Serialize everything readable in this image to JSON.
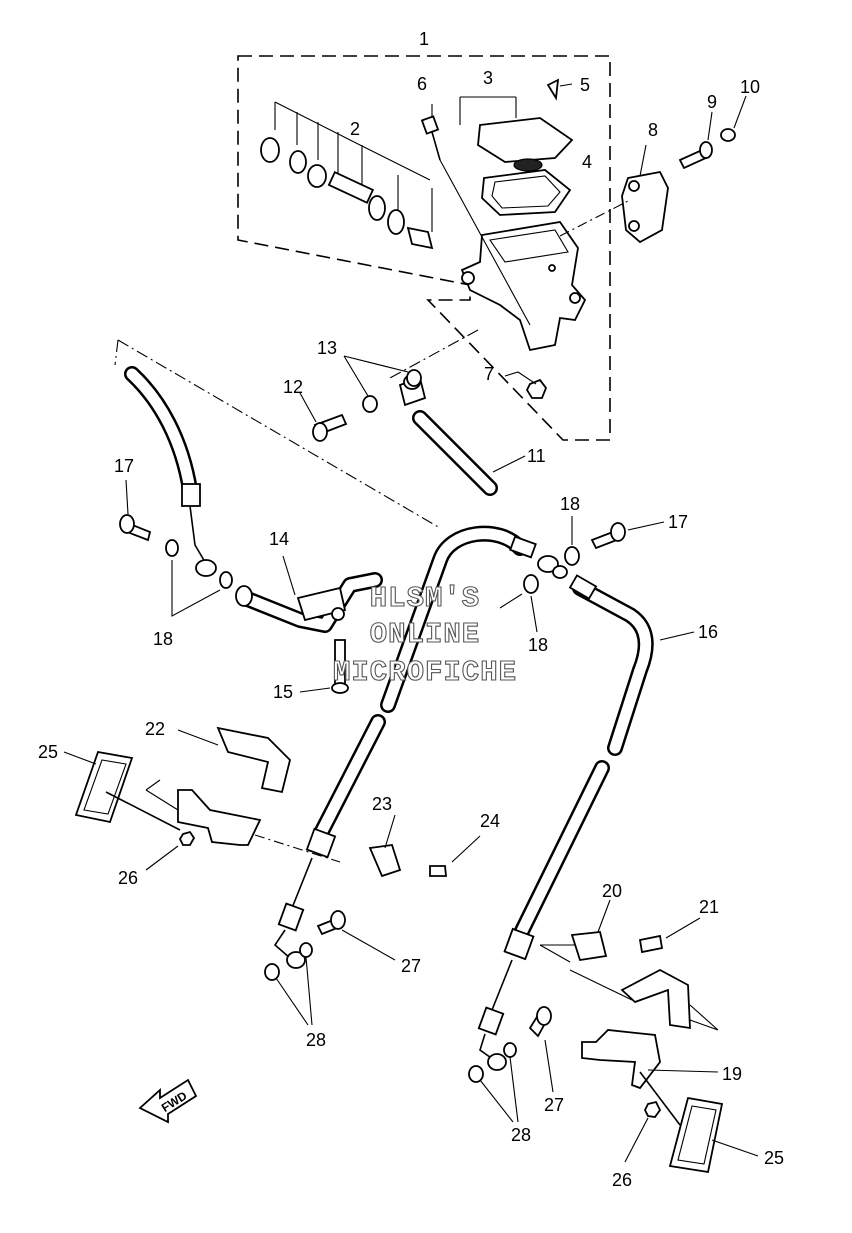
{
  "watermark": {
    "line1": "HLSM'S",
    "line2": "ONLINE",
    "line3": "MICROFICHE"
  },
  "direction_arrow": {
    "label": "FWD",
    "icon": "forward-arrow-icon"
  },
  "callouts": [
    {
      "id": "c1",
      "text": "1"
    },
    {
      "id": "c2",
      "text": "2"
    },
    {
      "id": "c3",
      "text": "3"
    },
    {
      "id": "c4",
      "text": "4"
    },
    {
      "id": "c5",
      "text": "5"
    },
    {
      "id": "c6",
      "text": "6"
    },
    {
      "id": "c7",
      "text": "7"
    },
    {
      "id": "c8",
      "text": "8"
    },
    {
      "id": "c9",
      "text": "9"
    },
    {
      "id": "c10",
      "text": "10"
    },
    {
      "id": "c11",
      "text": "11"
    },
    {
      "id": "c12",
      "text": "12"
    },
    {
      "id": "c13",
      "text": "13"
    },
    {
      "id": "c14",
      "text": "14"
    },
    {
      "id": "c15",
      "text": "15"
    },
    {
      "id": "c16",
      "text": "16"
    },
    {
      "id": "c17a",
      "text": "17"
    },
    {
      "id": "c17b",
      "text": "17"
    },
    {
      "id": "c18a",
      "text": "18"
    },
    {
      "id": "c18b",
      "text": "18"
    },
    {
      "id": "c18c",
      "text": "18"
    },
    {
      "id": "c19",
      "text": "19"
    },
    {
      "id": "c20",
      "text": "20"
    },
    {
      "id": "c21",
      "text": "21"
    },
    {
      "id": "c22",
      "text": "22"
    },
    {
      "id": "c23",
      "text": "23"
    },
    {
      "id": "c24",
      "text": "24"
    },
    {
      "id": "c25a",
      "text": "25"
    },
    {
      "id": "c25b",
      "text": "25"
    },
    {
      "id": "c26a",
      "text": "26"
    },
    {
      "id": "c26b",
      "text": "26"
    },
    {
      "id": "c27a",
      "text": "27"
    },
    {
      "id": "c27b",
      "text": "27"
    },
    {
      "id": "c28a",
      "text": "28"
    },
    {
      "id": "c28b",
      "text": "28"
    }
  ],
  "colors": {
    "line": "#000000",
    "background": "#ffffff",
    "watermark_outline": "#555555"
  }
}
